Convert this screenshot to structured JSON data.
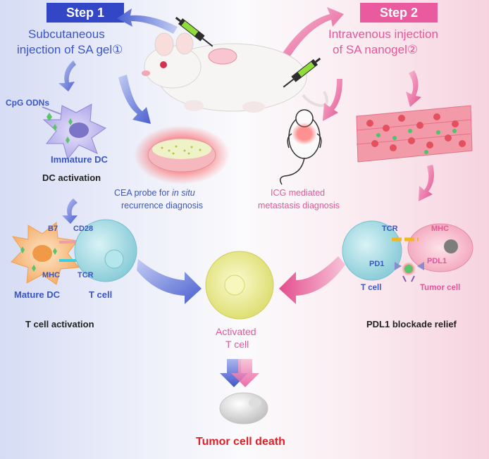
{
  "step1": {
    "badge": "Step 1",
    "title_line1": "Subcutaneous",
    "title_line2": "injection of  SA gel①"
  },
  "step2": {
    "badge": "Step 2",
    "title_line1": "Intravenous injection",
    "title_line2": "of  SA nanogel②"
  },
  "dc_labels": {
    "cpg": "CpG ODNs",
    "immature": "Immature DC",
    "activation": "DC activation",
    "mature": "Mature DC"
  },
  "cea": {
    "line1": "CEA probe  for ",
    "line1_italic": "in situ",
    "line2": "recurrence diagnosis"
  },
  "icg": {
    "line1": "ICG mediated",
    "line2": "metastasis diagnosis"
  },
  "tcell_left": {
    "b7": "B7",
    "cd28": "CD28",
    "mhc": "MHC",
    "tcr": "TCR",
    "tcell": "T cell",
    "activation": "T cell activation"
  },
  "tcell_right": {
    "tcr": "TCR",
    "mhc": "MHC",
    "pd1": "PD1",
    "pdl1": "PDL1",
    "tcell": "T cell",
    "tumor": "Tumor cell",
    "relief": "PDL1 blockade relief"
  },
  "center": {
    "line1": "Activated",
    "line2": "T cell"
  },
  "result": "Tumor cell death",
  "colors": {
    "blue": "#3a55c8",
    "pink": "#e8559a",
    "step1_bg": "#3346c6",
    "step2_bg": "#ea5a9f",
    "dark": "#222222",
    "red": "#e21f26",
    "tcell": "#9fd9e3",
    "activated": "#eeee9a"
  },
  "icons": [
    "syringe-icon",
    "rat-icon",
    "mouse-icon",
    "dendritic-cell-icon",
    "blood-vessel-icon",
    "gel-dish-icon",
    "tumor-cell-icon"
  ]
}
